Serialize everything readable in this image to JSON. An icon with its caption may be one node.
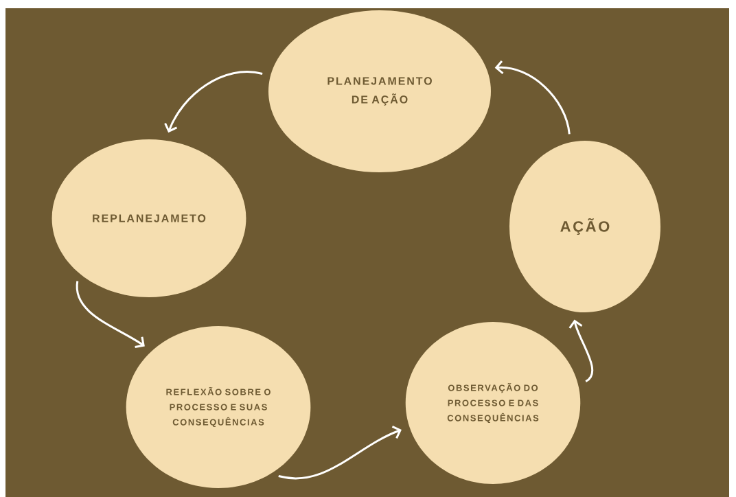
{
  "diagram": {
    "nodes": [
      {
        "text": [
          "PLANEJAMENTO DE AÇÃO"
        ]
      },
      {
        "text": [
          "AÇÃO"
        ]
      },
      {
        "text": [
          "OBSERVAÇÃO DO PROCESSO E DAS CONSEQUÊNCIAS"
        ]
      },
      {
        "text": [
          "REFLEXÃO SOBRE O PROCESSO E SUAS CONSEQUÊNCIAS"
        ]
      },
      {
        "text": [
          "REPLANEJAMETO"
        ]
      }
    ],
    "edges": [
      {
        "from": 0,
        "to": 4,
        "arrow": "to"
      },
      {
        "from": 1,
        "to": 0,
        "arrow": "to"
      },
      {
        "from": 2,
        "to": 1,
        "arrow": "to"
      },
      {
        "from": 3,
        "to": 2,
        "arrow": "to"
      },
      {
        "from": 4,
        "to": 3,
        "arrow": "to"
      }
    ]
  }
}
